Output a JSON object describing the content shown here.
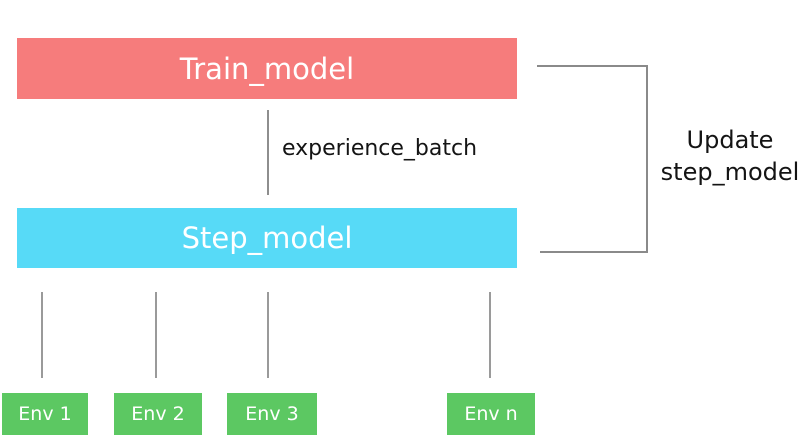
{
  "diagram": {
    "nodes": {
      "train_model": {
        "label": "Train_model",
        "color": "#F67C7C"
      },
      "step_model": {
        "label": "Step_model",
        "color": "#57DAF7"
      },
      "envs": [
        {
          "label": "Env 1"
        },
        {
          "label": "Env 2"
        },
        {
          "label": "Env 3"
        },
        {
          "label": "Env n"
        }
      ],
      "env_color": "#5CC862"
    },
    "edges": {
      "experience_batch": {
        "label": "experience_batch"
      },
      "update": {
        "label_line1": "Update",
        "label_line2": "step_model"
      }
    },
    "colors": {
      "line_gray": "#8e8e8e",
      "text_dark": "#141414",
      "text_light": "#ffffff",
      "background": "#ffffff"
    }
  }
}
